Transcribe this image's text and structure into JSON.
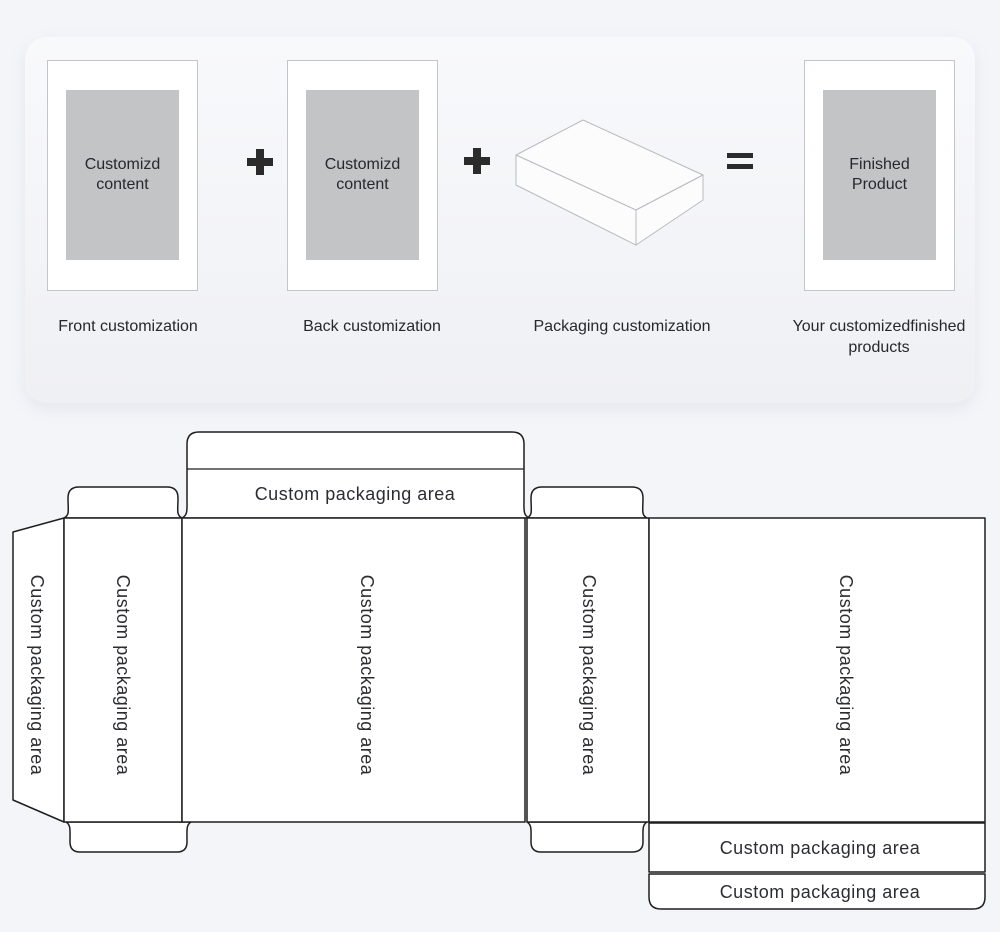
{
  "colors": {
    "page_bg": "#f3f5f9",
    "panel_bg": "#f1f2f5",
    "card_bg": "#ffffff",
    "card_border": "#c2c5c9",
    "placeholder_bg": "#c3c4c6",
    "text_dark": "#26282c",
    "operator_color": "#2b2b2b",
    "dieline_stroke": "#1f1f1f",
    "dieline_fill": "#ffffff",
    "box_wireframe_stroke": "#b9babe"
  },
  "process_panel": {
    "steps": [
      {
        "placeholder": "Customizd content",
        "caption": "Front customization"
      },
      {
        "placeholder": "Customizd content",
        "caption": "Back customization"
      },
      {
        "icon": "package-box-icon",
        "caption": "Packaging customization"
      },
      {
        "placeholder": "Finished Product",
        "caption": "Your customizedfinished products"
      }
    ],
    "operators": [
      "+",
      "+",
      "="
    ]
  },
  "dieline": {
    "lid_label": "Custom packaging area",
    "panel_labels": [
      "Custom packaging area",
      "Custom packaging area",
      "Custom packaging area",
      "Custom packaging area",
      "Custom packaging area"
    ],
    "bottom_strip_labels": [
      "Custom packaging area",
      "Custom packaging area"
    ]
  }
}
